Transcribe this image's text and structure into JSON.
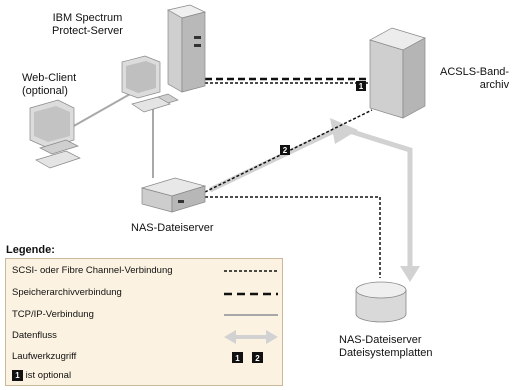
{
  "labels": {
    "server_line1": "IBM Spectrum",
    "server_line2": "Protect-Server",
    "webclient_line1": "Web-Client",
    "webclient_line2": "(optional)",
    "library_line1": "ACSLS-Band-",
    "library_line2": "archiv",
    "nas_server": "NAS-Dateiserver",
    "disks_line1": "NAS-Dateiserver",
    "disks_line2": "Dateisystemplatten"
  },
  "badges": {
    "one": "1",
    "two": "2"
  },
  "legend": {
    "title": "Legende:",
    "scsi": "SCSI- oder Fibre Channel-Verbindung",
    "library_conn": "Speicherarchivverbindung",
    "tcpip": "TCP/IP-Verbindung",
    "dataflow": "Datenfluss",
    "drive_access": "Laufwerkzugriff",
    "optional_note": "ist optional"
  },
  "colors": {
    "device": "#d4d4d4",
    "arrow": "#d2d2d2",
    "legend_bg": "#fbf2e1"
  }
}
